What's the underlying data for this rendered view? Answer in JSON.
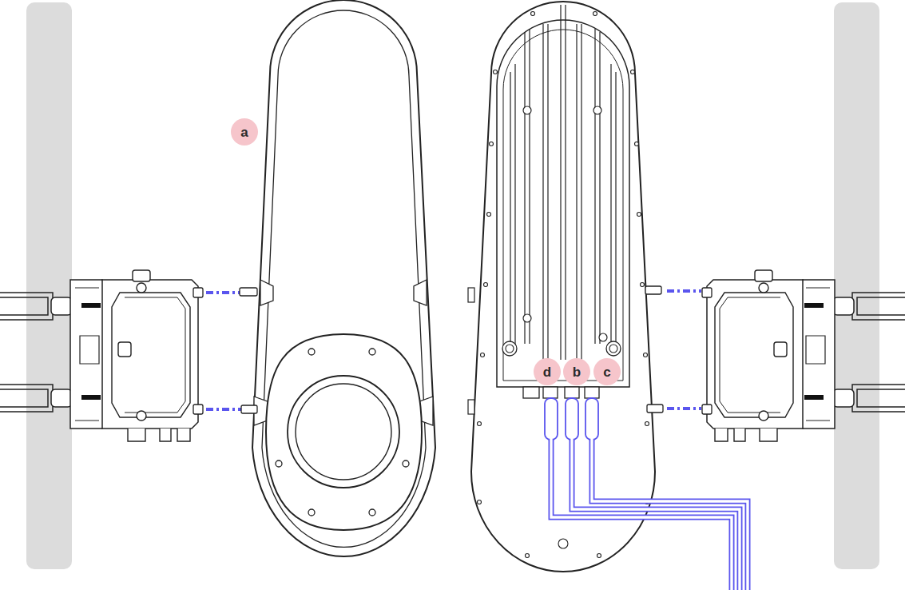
{
  "diagram": {
    "nodes": [
      {
        "text": [
          "a"
        ]
      },
      {
        "text": [
          "d"
        ]
      },
      {
        "text": [
          "b"
        ]
      },
      {
        "text": [
          "c"
        ]
      }
    ]
  }
}
